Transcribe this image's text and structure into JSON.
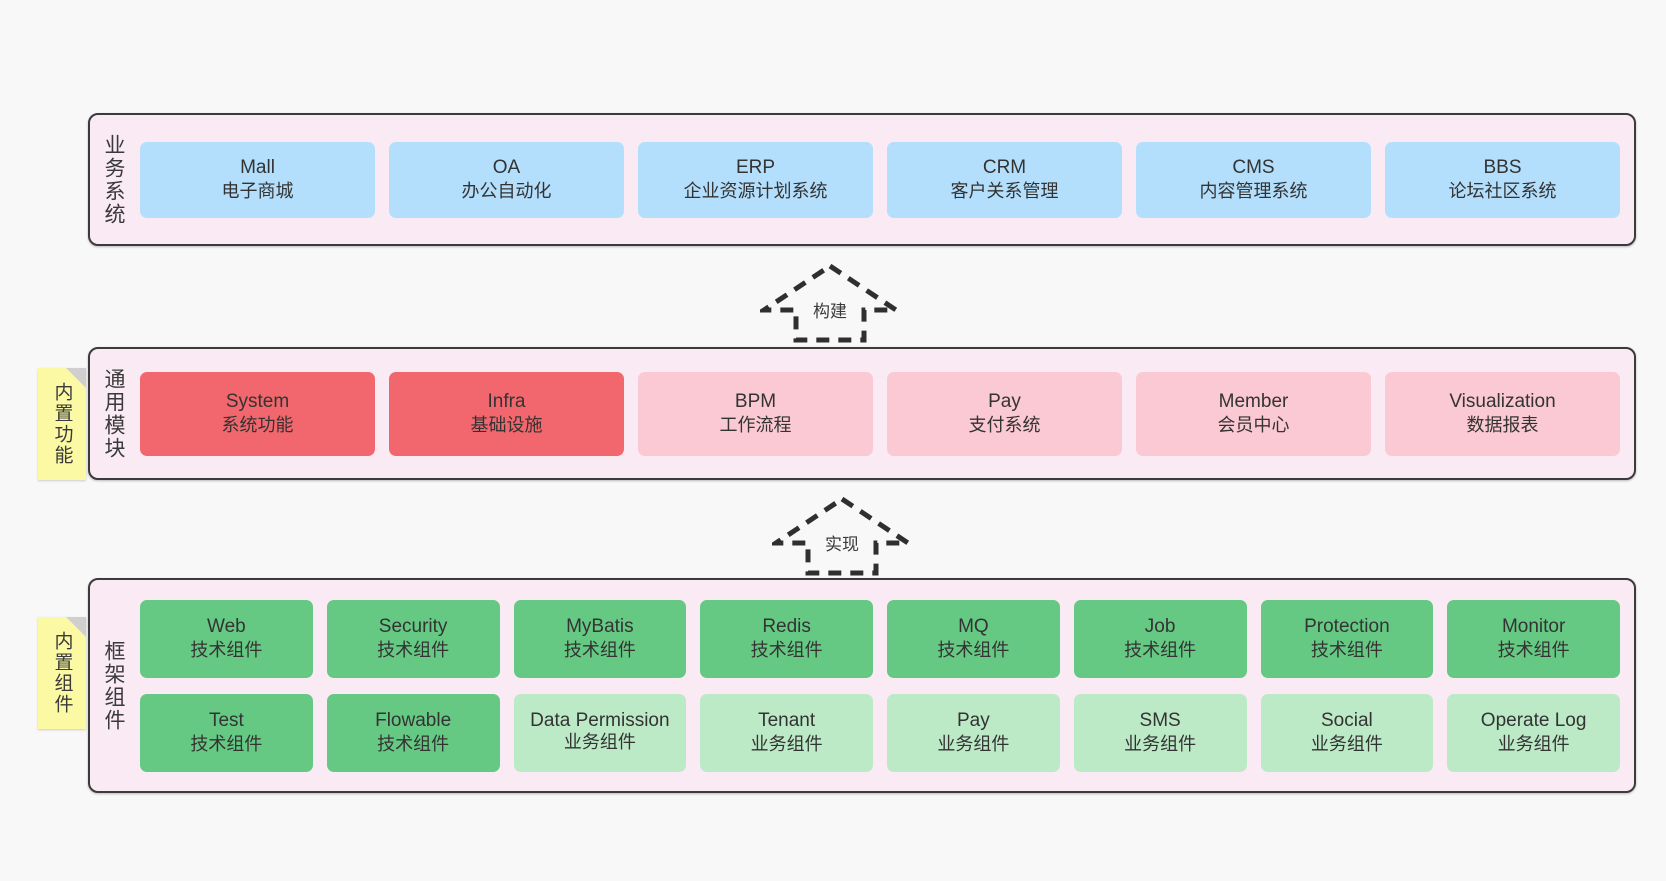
{
  "diagram": {
    "title_semantic": "system-architecture-layers",
    "background": "#f8f8f8",
    "colors": {
      "layer_bg": "#faeaf4",
      "layer_border": "#3b3b3b",
      "business_card": "#b3dffc",
      "module_strong": "#f2676d",
      "module_light": "#fbc9d3",
      "tech_component": "#66c983",
      "biz_component": "#bce9c6",
      "note": "#fbf9a4"
    }
  },
  "layers": [
    {
      "name": "business-system",
      "title": "业务系统",
      "cards": [
        {
          "en": "Mall",
          "cn": "电子商城"
        },
        {
          "en": "OA",
          "cn": "办公自动化"
        },
        {
          "en": "ERP",
          "cn": "企业资源计划系统"
        },
        {
          "en": "CRM",
          "cn": "客户关系管理"
        },
        {
          "en": "CMS",
          "cn": "内容管理系统"
        },
        {
          "en": "BBS",
          "cn": "论坛社区系统"
        }
      ]
    },
    {
      "name": "common-module",
      "title": "通用模块",
      "note": "内置功能",
      "cards": [
        {
          "en": "System",
          "cn": "系统功能",
          "tone": "red"
        },
        {
          "en": "Infra",
          "cn": "基础设施",
          "tone": "red"
        },
        {
          "en": "BPM",
          "cn": "工作流程",
          "tone": "pink"
        },
        {
          "en": "Pay",
          "cn": "支付系统",
          "tone": "pink"
        },
        {
          "en": "Member",
          "cn": "会员中心",
          "tone": "pink"
        },
        {
          "en": "Visualization",
          "cn": "数据报表",
          "tone": "pink"
        }
      ]
    },
    {
      "name": "framework-component",
      "title": "框架组件",
      "note": "内置组件",
      "row1": [
        {
          "en": "Web",
          "cn": "技术组件"
        },
        {
          "en": "Security",
          "cn": "技术组件"
        },
        {
          "en": "MyBatis",
          "cn": "技术组件"
        },
        {
          "en": "Redis",
          "cn": "技术组件"
        },
        {
          "en": "MQ",
          "cn": "技术组件"
        },
        {
          "en": "Job",
          "cn": "技术组件"
        },
        {
          "en": "Protection",
          "cn": "技术组件"
        },
        {
          "en": "Monitor",
          "cn": "技术组件"
        }
      ],
      "row2": [
        {
          "en": "Test",
          "cn": "技术组件",
          "tone": "green"
        },
        {
          "en": "Flowable",
          "cn": "技术组件",
          "tone": "green"
        },
        {
          "en": "Data Permission",
          "cn": "业务组件",
          "tone": "lgreen"
        },
        {
          "en": "Tenant",
          "cn": "业务组件",
          "tone": "lgreen"
        },
        {
          "en": "Pay",
          "cn": "业务组件",
          "tone": "lgreen"
        },
        {
          "en": "SMS",
          "cn": "业务组件",
          "tone": "lgreen"
        },
        {
          "en": "Social",
          "cn": "业务组件",
          "tone": "lgreen"
        },
        {
          "en": "Operate Log",
          "cn": "业务组件",
          "tone": "lgreen"
        }
      ]
    }
  ],
  "arrows": [
    {
      "name": "build-arrow",
      "label": "构建"
    },
    {
      "name": "implement-arrow",
      "label": "实现"
    }
  ]
}
